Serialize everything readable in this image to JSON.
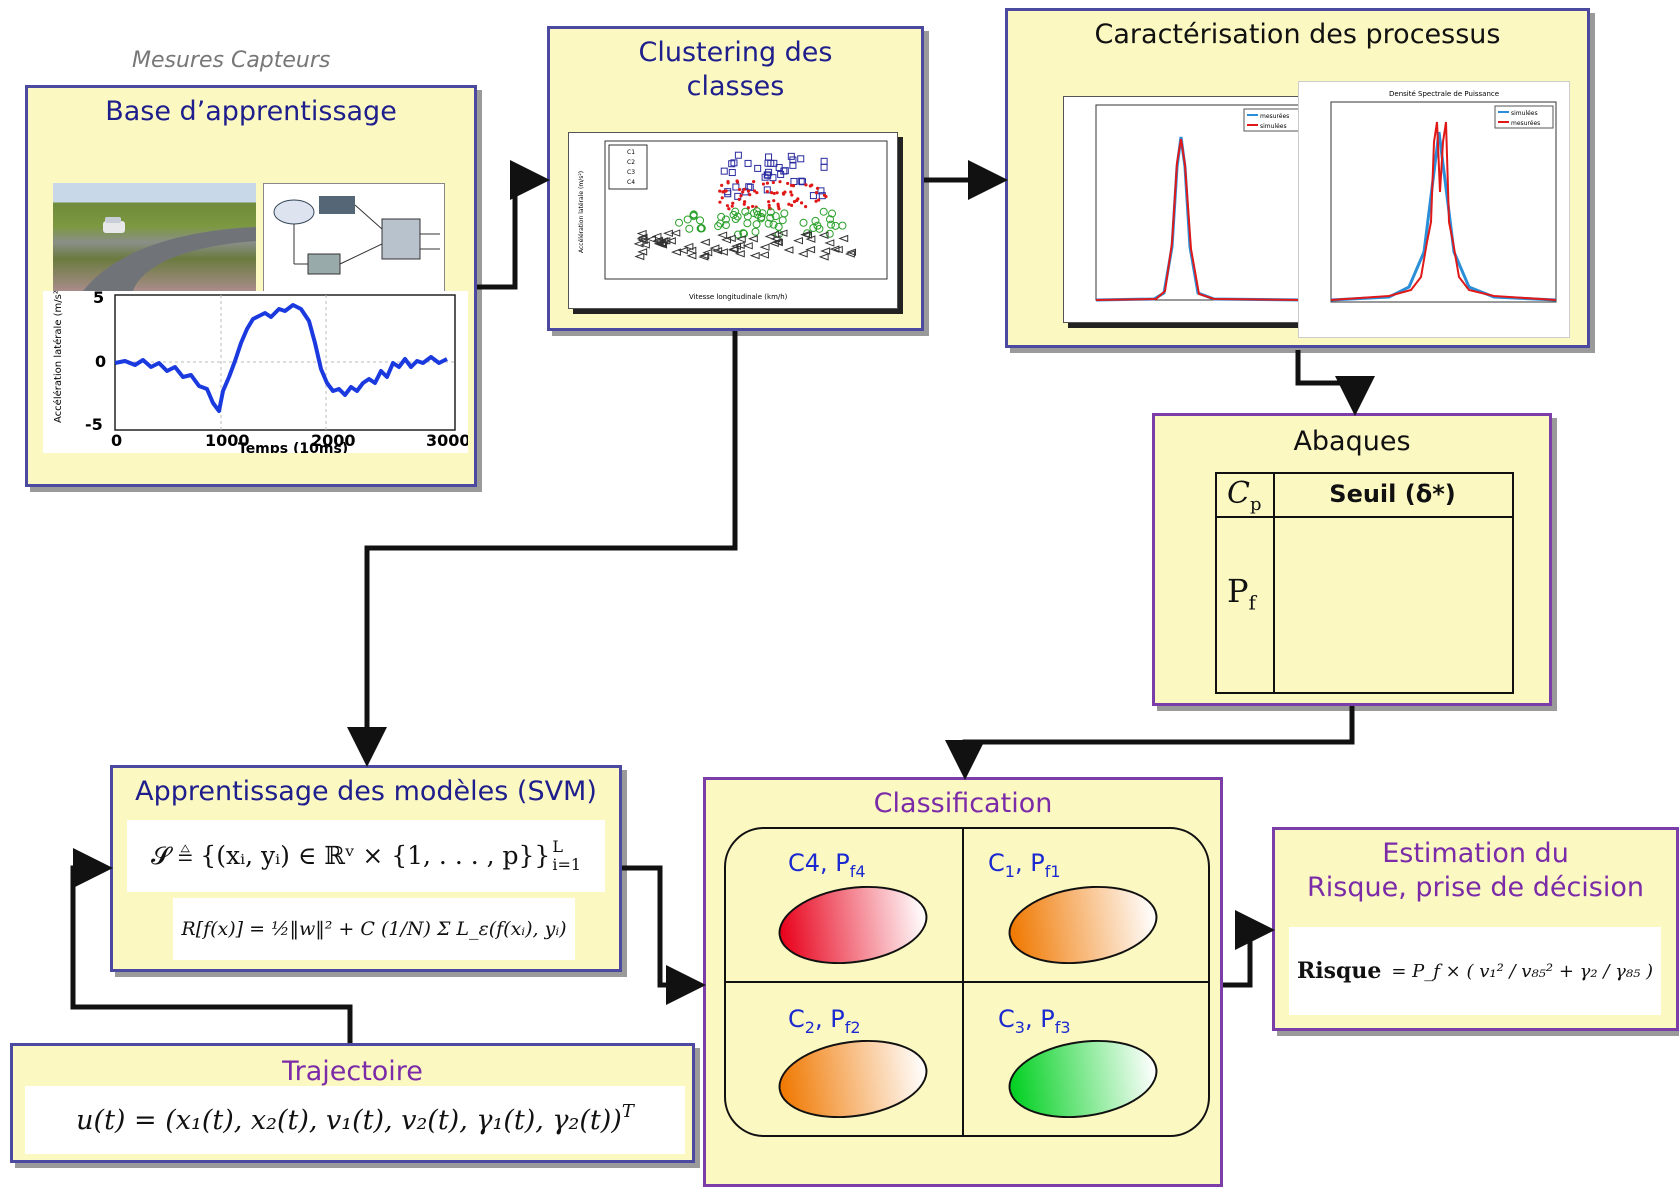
{
  "caption": "Mesures Capteurs",
  "boxes": {
    "base": {
      "title": "Base d’apprentissage",
      "plot_ylabel": "Accélération latérale (m/s²)",
      "plot_xlabel": "Temps (10ms)",
      "plot_xticks": [
        "0",
        "1000",
        "2000",
        "3000"
      ],
      "plot_yticks": [
        "5",
        "0",
        "-5"
      ]
    },
    "clustering": {
      "title_line1": "Clustering des",
      "title_line2": "classes",
      "scatter_ylabel": "Accélération latérale (m/s²)",
      "scatter_xlabel": "Vitesse longitudinale (km/h)",
      "legend": [
        "C1",
        "C2",
        "C3",
        "C4"
      ]
    },
    "caracterisation": {
      "title": "Caractérisation des processus",
      "plot2_title": "Densité Spectrale de Puissance",
      "legend1": [
        "mesurées",
        "simulées"
      ],
      "legend2": [
        "simulées",
        "mesurées"
      ]
    },
    "abaques": {
      "title": "Abaques",
      "col1": "C",
      "col1_sub": "p",
      "col2": "Seuil (δ*)",
      "row": "P",
      "row_sub": "f"
    },
    "apprentissage": {
      "title": "Apprentissage des modèles (SVM)",
      "formula1": "𝓢 ≜ {(xᵢ, yᵢ) ∈ ℝᵛ × {1, . . . , p}}",
      "formula1_sup": "L",
      "formula1_sub": "i=1",
      "formula2": "R[f(x)] = ½‖w‖² + C (1/N) Σ L_ε(f(xᵢ), yᵢ)"
    },
    "trajectoire": {
      "title": "Trajectoire",
      "formula": "u(t) = (x₁(t), x₂(t), v₁(t), v₂(t), γ₁(t), γ₂(t))",
      "formula_sup": "T"
    },
    "classification": {
      "title": "Classification",
      "cells": [
        {
          "label": "C4, P",
          "sub": "f4",
          "color": "#e8001a"
        },
        {
          "label": "C",
          "c_sub": "1",
          "label2": ", P",
          "sub": "f1",
          "color": "#f07800"
        },
        {
          "label": "C",
          "c_sub": "2",
          "label2": ", P",
          "sub": "f2",
          "color": "#f07800"
        },
        {
          "label": "C",
          "c_sub": "3",
          "label2": ", P",
          "sub": "f3",
          "color": "#00d020"
        }
      ]
    },
    "estimation": {
      "title_line1": "Estimation du",
      "title_line2": "Risque, prise de décision",
      "formula_label": "Risque",
      "formula": "= P_f × ( v₁² / v₈₅² + γ₂ / γ₈₅ )"
    }
  },
  "colors": {
    "box_fill": "#fbf8c2",
    "border_blue": "#4b4aa0",
    "border_purple": "#7b3ea8",
    "title_blue": "#1e1e8c",
    "title_purple": "#7b2ba8"
  }
}
